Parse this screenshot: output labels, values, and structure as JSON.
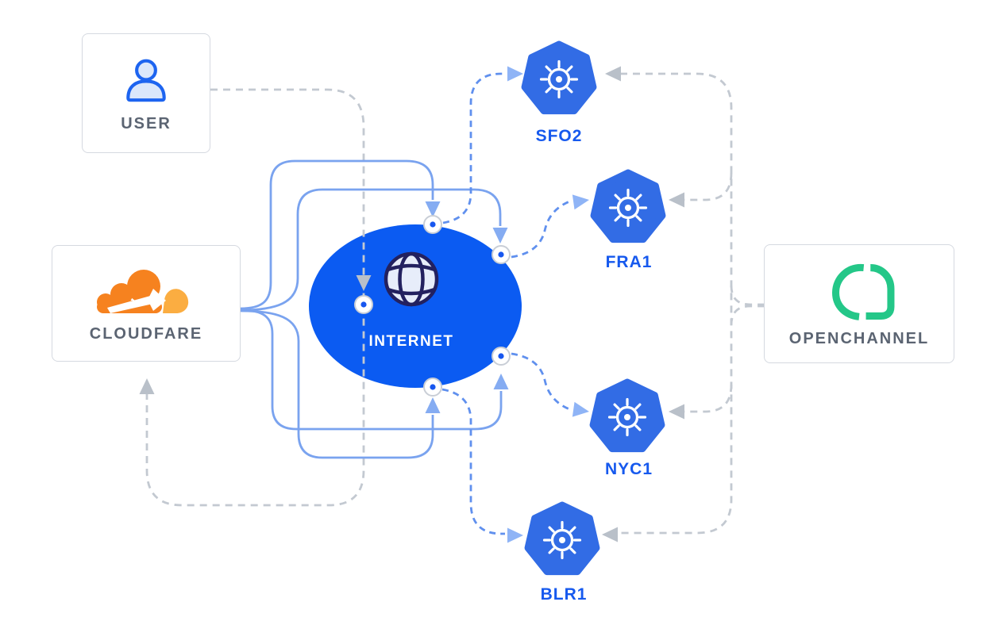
{
  "diagram": {
    "user": {
      "label": "USER",
      "icon": "user-icon"
    },
    "cloudflare": {
      "label": "CLOUDFARE",
      "icon": "cloudflare-logo-icon"
    },
    "internet": {
      "label": "INTERNET",
      "icon": "globe-icon"
    },
    "openchannel": {
      "label": "OPENCHANNEL",
      "icon": "openchannel-logo-icon"
    },
    "clusters": [
      {
        "label": "SFO2",
        "icon": "kubernetes-icon"
      },
      {
        "label": "FRA1",
        "icon": "kubernetes-icon"
      },
      {
        "label": "NYC1",
        "icon": "kubernetes-icon"
      },
      {
        "label": "BLR1",
        "icon": "kubernetes-icon"
      }
    ],
    "colors": {
      "internet_blob": "#0b5bf2",
      "kubernetes_blue": "#326ce5",
      "cluster_label_blue": "#1659ee",
      "box_label_gray": "#5b6472",
      "solid_line_blue": "#7aa3ef",
      "solid_arrow_blue": "#85acf2",
      "dashed_line_blue": "#6090ee",
      "dashed_arrow_blue": "#8fb4f6",
      "dashed_line_gray": "#c3c9d1",
      "dashed_arrow_gray": "#b9c0c9",
      "cloudflare_orange": "#f6821f",
      "cloudflare_light_orange": "#fbad41",
      "openchannel_green": "#24c788",
      "user_icon_blue": "#1d64f0",
      "globe_navy": "#23215f"
    }
  }
}
